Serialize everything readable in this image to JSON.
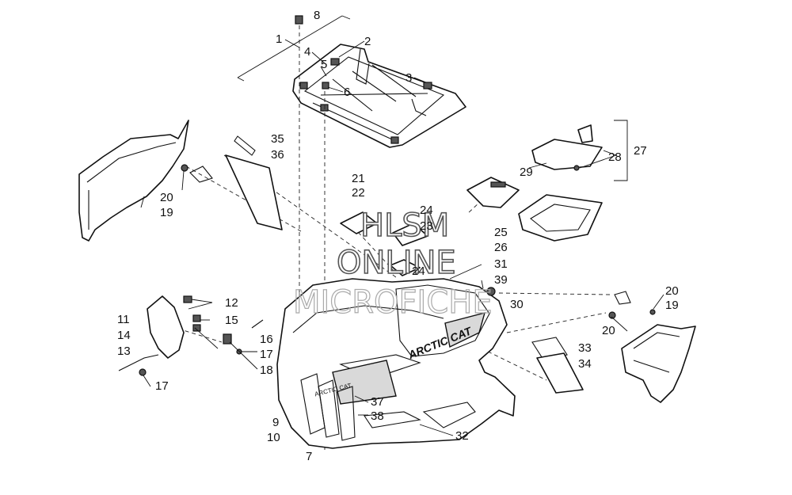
{
  "watermark": {
    "line1": "HLSM",
    "line2": "ONLINE",
    "line3": "MICROFICHE"
  },
  "decal_text": {
    "hood_brand": "ARCTIC CAT",
    "grille_badge": "ARCTIC CAT"
  },
  "callouts": [
    "1",
    "2",
    "3",
    "4",
    "5",
    "6",
    "8",
    "35",
    "36",
    "20",
    "19",
    "21",
    "22",
    "24",
    "23",
    "24",
    "25",
    "26",
    "27",
    "28",
    "29",
    "31",
    "39",
    "30",
    "11",
    "12",
    "15",
    "14",
    "13",
    "16",
    "17",
    "18",
    "17",
    "9",
    "10",
    "7",
    "37",
    "38",
    "32",
    "20",
    "19",
    "20",
    "33",
    "34"
  ]
}
